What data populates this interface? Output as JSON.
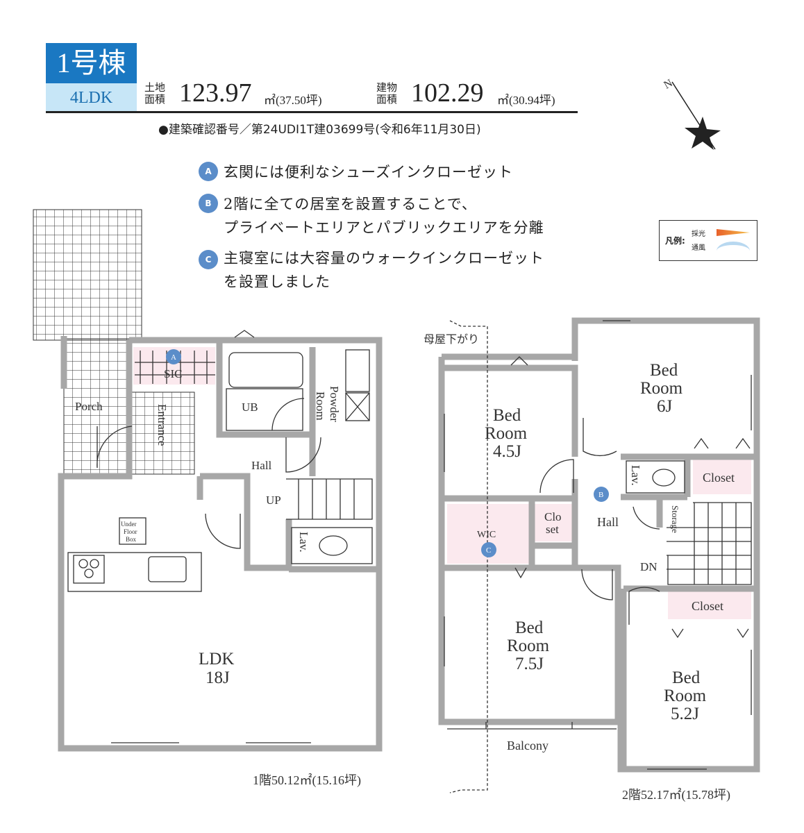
{
  "header": {
    "building": "1号棟",
    "layout": "4LDK",
    "land_label": [
      "土地",
      "面積"
    ],
    "land_area": "123.97",
    "land_unit": "㎡(37.50坪)",
    "bldg_label": [
      "建物",
      "面積"
    ],
    "bldg_area": "102.29",
    "bldg_unit": "㎡(30.94坪)",
    "permit": "●建築確認番号／第24UDI1T建03699号(令和6年11月30日)"
  },
  "compass": {
    "label": "N"
  },
  "features": [
    {
      "marker": "A",
      "lines": [
        "玄関には便利なシューズインクローゼット"
      ]
    },
    {
      "marker": "B",
      "lines": [
        "2階に全ての居室を設置することで、",
        "プライベートエリアとパブリックエリアを分離"
      ]
    },
    {
      "marker": "C",
      "lines": [
        "主寝室には大容量のウォークインクローゼット",
        "を設置しました"
      ]
    }
  ],
  "legend": {
    "title": "凡例:",
    "light": "採光",
    "wind": "通風",
    "colors": {
      "light": "#e8602a",
      "wind": "#a8d0ee"
    }
  },
  "floor1": {
    "sic": "SIC",
    "porch": "Porch",
    "entrance": "Entrance",
    "ub": "UB",
    "powder": [
      "Powder",
      "Room"
    ],
    "hall": "Hall",
    "up": "UP",
    "lav": "Lav.",
    "ufb": [
      "Under",
      "Floor",
      "Box"
    ],
    "ldk": [
      "LDK",
      "18J"
    ],
    "area": "1階50.12㎡(15.16坪)",
    "marker": "A"
  },
  "floor2": {
    "note": "母屋下がり",
    "bed45": [
      "Bed",
      "Room",
      "4.5J"
    ],
    "bed6": [
      "Bed",
      "Room",
      "6J"
    ],
    "lav": "Lav.",
    "closet1": "Closet",
    "hall": "Hall",
    "storage": "Storage",
    "wic": "WIC",
    "closet_small": [
      "Clo",
      "set"
    ],
    "dn": "DN",
    "bed75": [
      "Bed",
      "Room",
      "7.5J"
    ],
    "closet2": "Closet",
    "bed52": [
      "Bed",
      "Room",
      "5.2J"
    ],
    "balcony": "Balcony",
    "area": "2階52.17㎡(15.78坪)",
    "marker_b": "B",
    "marker_c": "C"
  },
  "colors": {
    "wall": "#a7a7a7",
    "accent": "#1a78c2",
    "closet": "#fbe9ee"
  }
}
